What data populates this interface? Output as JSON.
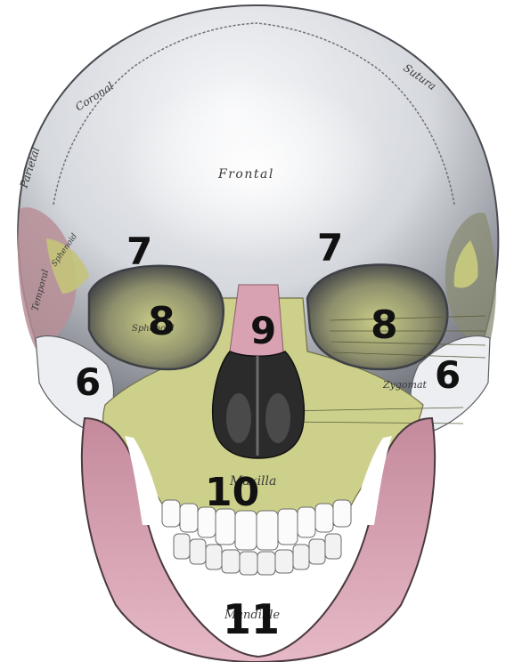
{
  "colors": {
    "bone": "#e9ebee",
    "bone_shadow": "#8b8e95",
    "maxilla": "#cdd08a",
    "mandible": "#d8a6b6",
    "nasal": "#d9a2b2",
    "cavity": "#2a2a2a",
    "label": "#111111"
  },
  "engraved_labels": {
    "frontal": "Frontal",
    "coronal": "Coronal",
    "parietal": "Parietal",
    "sutura": "Sutura",
    "temporal": "Temporal",
    "sphenoid_left": "Sphenoid",
    "sphenoid_orbit": "Sphenoid",
    "zygomatic": "Zygomat",
    "maxilla": "Maxilla",
    "mandible": "Mandible"
  },
  "numbers": {
    "zygomatic_left": "6",
    "zygomatic_right": "6",
    "brow_left": "7",
    "brow_right": "7",
    "orbit_left": "8",
    "orbit_right": "8",
    "nasal": "9",
    "maxilla": "10",
    "mandible": "11"
  }
}
